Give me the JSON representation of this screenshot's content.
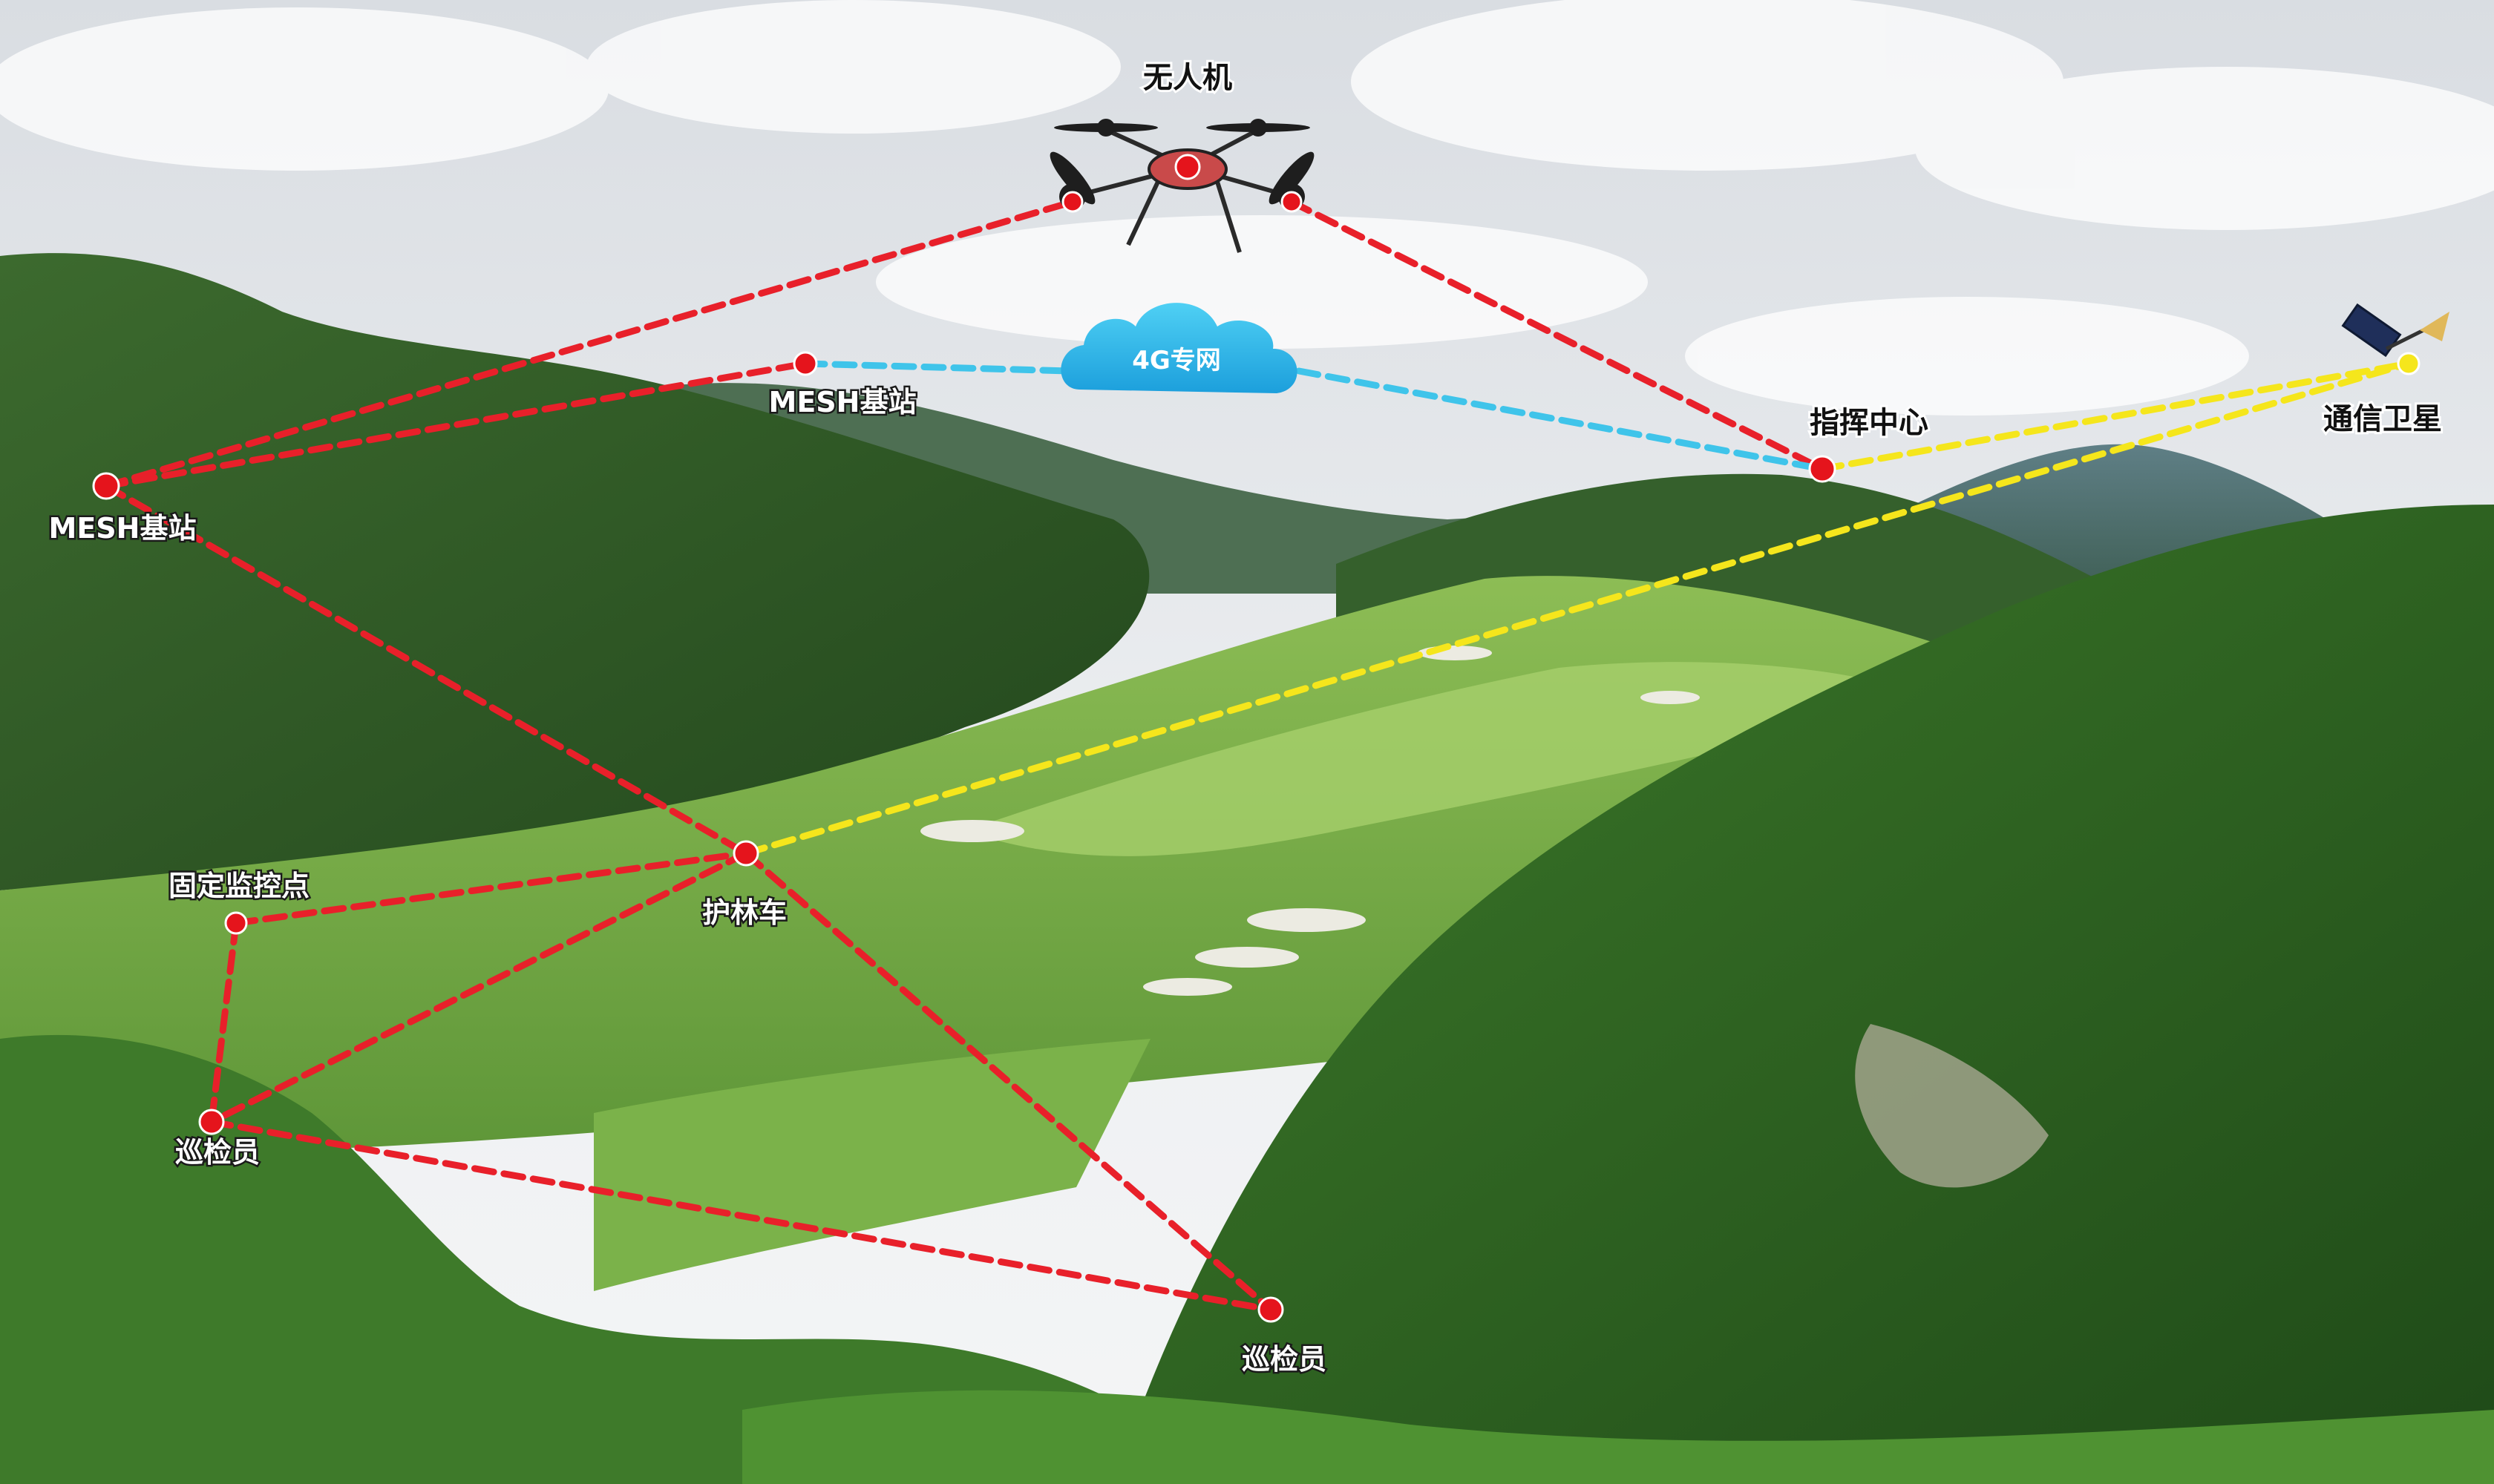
{
  "nodes": {
    "drone": "无人机",
    "mesh_top": "MESH基站",
    "mesh_left": "MESH基站",
    "command": "指挥中心",
    "satellite": "通信卫星",
    "patrol_car": "护林车",
    "fixed_monitor": "固定监控点",
    "inspector_left": "巡检员",
    "inspector_right": "巡检员"
  },
  "cloud": {
    "label": "4G专网"
  },
  "colors": {
    "drone_links": "#e8202a",
    "ground_links": "#e8202a",
    "lte_link": "#3fc4ea",
    "satellite_link": "#f5e61c"
  }
}
